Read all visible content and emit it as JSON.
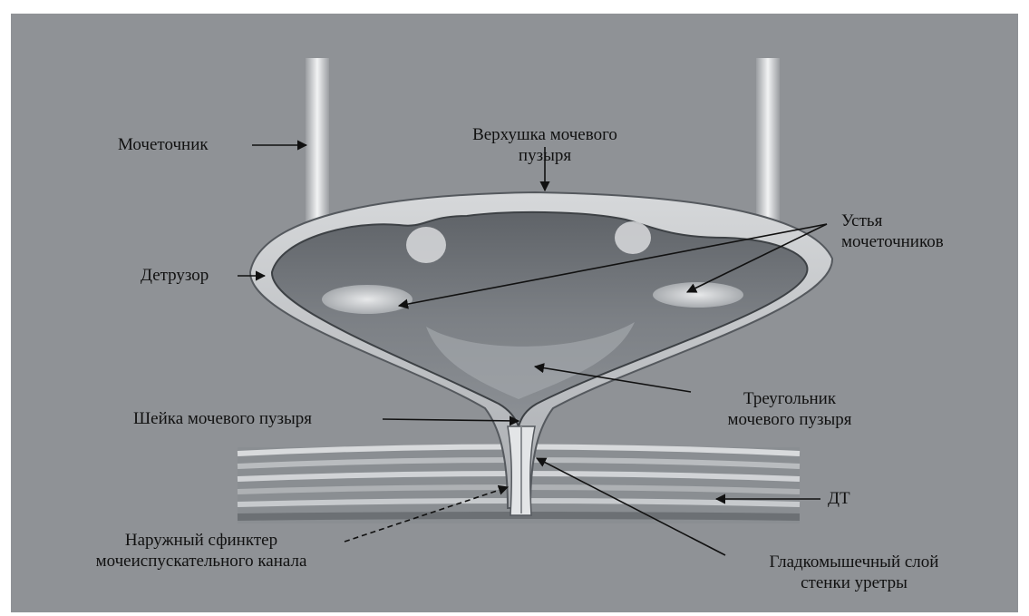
{
  "labels": {
    "ureter": "Мочеточник",
    "apex_line1": "Верхушка мочевого",
    "apex_line2": "пузыря",
    "orifices_line1": "Устья",
    "orifices_line2": "мочеточников",
    "detrusor": "Детрузор",
    "trigone_line1": "Треугольник",
    "trigone_line2": "мочевого пузыря",
    "neck": "Шейка мочевого пузыря",
    "dt": "ДТ",
    "ext_sphincter_line1": "Наружный сфинктер",
    "ext_sphincter_line2": "мочеиспускательного канала",
    "smooth_line1": "Гладкомышечный слой",
    "smooth_line2": "стенки уретры"
  },
  "colors": {
    "background": "#8f9296",
    "bladder_wall": "#c9cccf",
    "bladder_lumen": "#6f7378",
    "label_text": "#111111"
  }
}
